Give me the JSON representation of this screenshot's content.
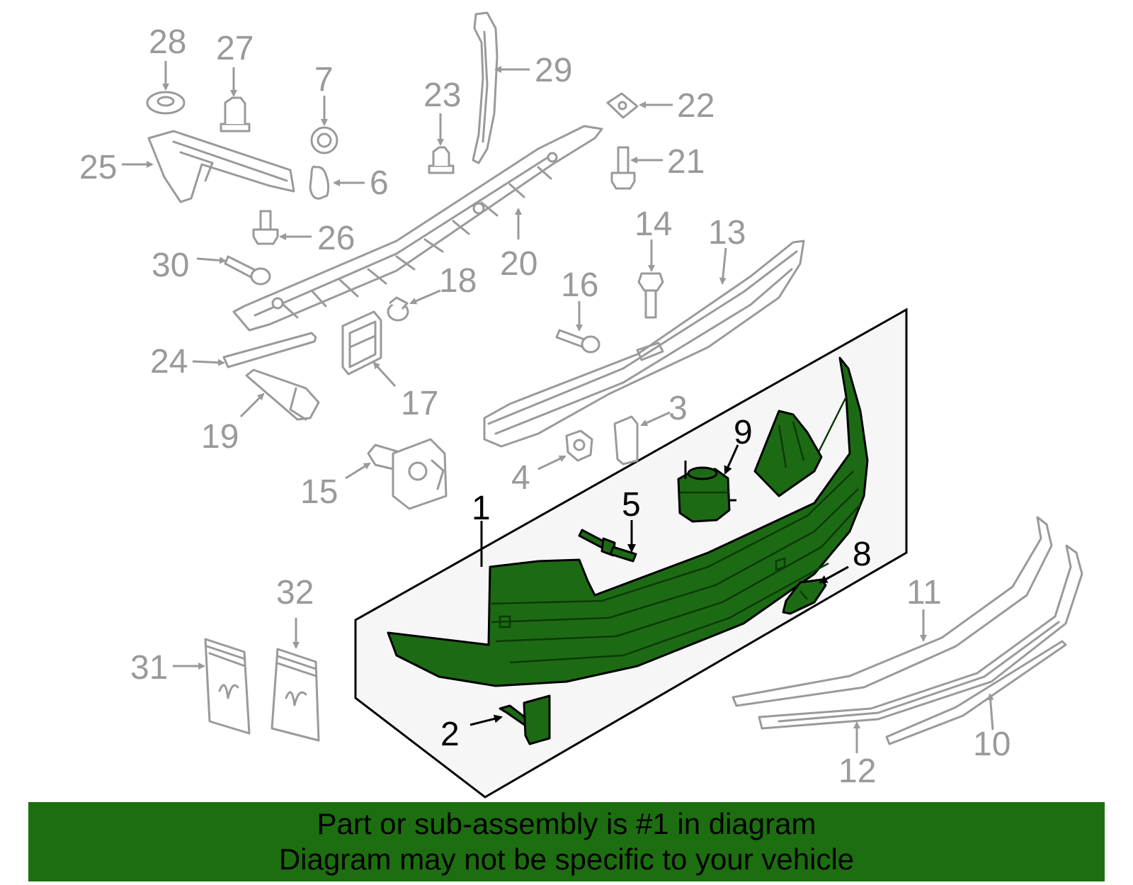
{
  "labels": {
    "l1": "1",
    "l2": "2",
    "l3": "3",
    "l4": "4",
    "l5": "5",
    "l6": "6",
    "l7": "7",
    "l8": "8",
    "l9": "9",
    "l10": "10",
    "l11": "11",
    "l12": "12",
    "l13": "13",
    "l14": "14",
    "l15": "15",
    "l16": "16",
    "l17": "17",
    "l18": "18",
    "l19": "19",
    "l20": "20",
    "l21": "21",
    "l22": "22",
    "l23": "23",
    "l24": "24",
    "l25": "25",
    "l26": "26",
    "l27": "27",
    "l28": "28",
    "l29": "29",
    "l30": "30",
    "l31": "31",
    "l32": "32"
  },
  "banner": {
    "line1": "Part or sub-assembly is #1 in diagram",
    "line2": "Diagram may not be specific to your vehicle"
  },
  "colors": {
    "highlight_green": "#1c6b14",
    "banner_green": "#1d6e10",
    "secondary_gray": "#9a9a9a"
  }
}
